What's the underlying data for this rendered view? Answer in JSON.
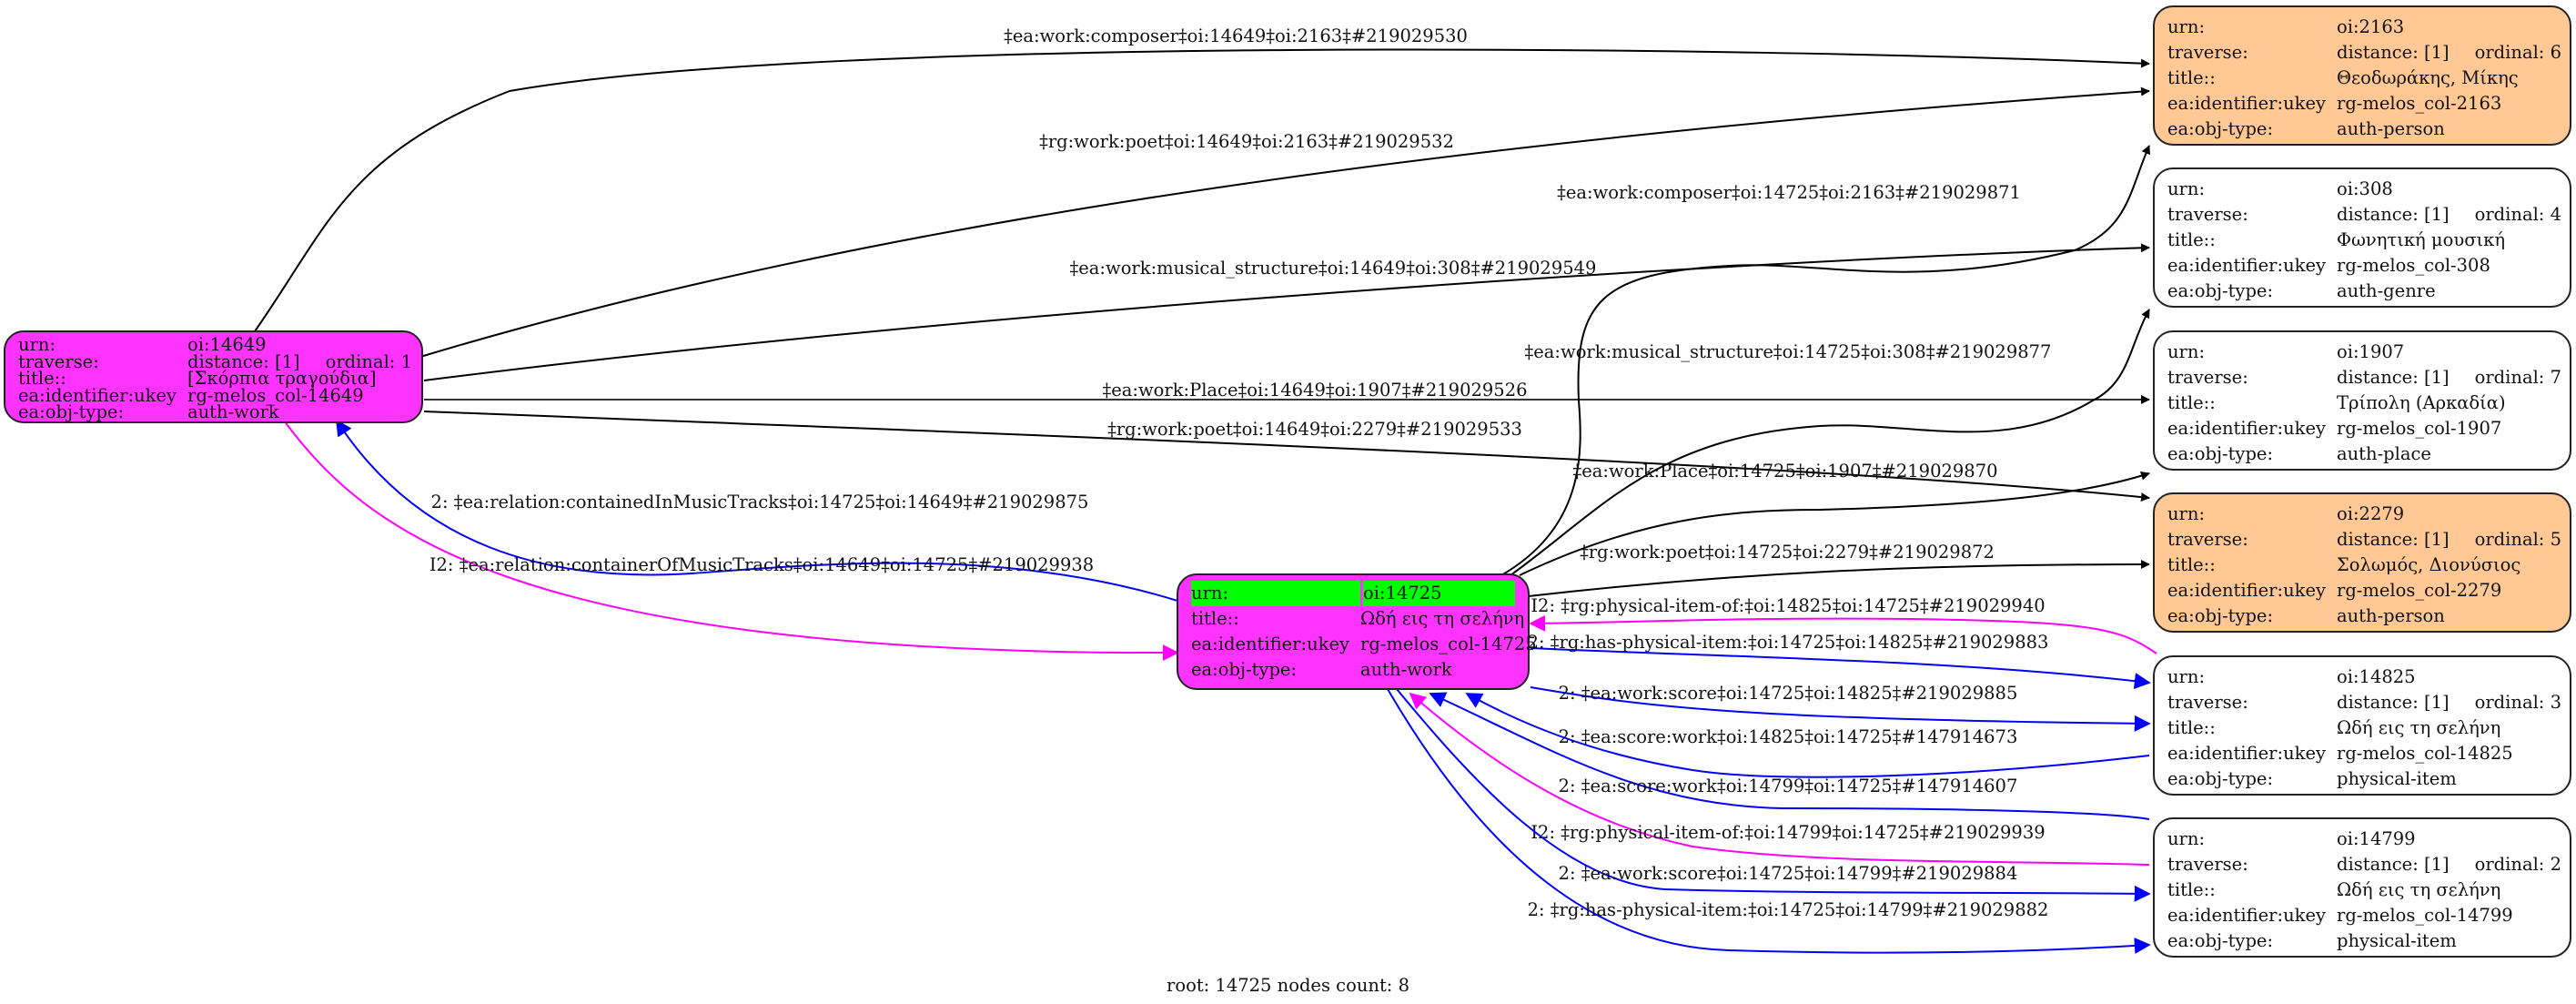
{
  "graph": {
    "footer": "root: 14725 nodes count: 8",
    "colors": {
      "work_node_fill": "#ff33ff",
      "person_node_fill": "#ffc895",
      "plain_node_fill": "#ffffff",
      "root_highlight": "#00ff00",
      "edge_default": "#000000",
      "edge_blue": "#0000ff",
      "edge_magenta": "#ff00ff"
    },
    "nodes": {
      "n14649": {
        "rows": [
          {
            "k": "urn:",
            "v": "oi:14649"
          },
          {
            "k": "traverse:",
            "v": "distance: [1]",
            "v2": "ordinal: 1"
          },
          {
            "k": "title::",
            "v": "[Σκόρπια τραγούδια]"
          },
          {
            "k": "ea:identifier:ukey",
            "v": "rg-melos_col-14649"
          },
          {
            "k": "ea:obj-type:",
            "v": "auth-work"
          }
        ]
      },
      "n14725": {
        "rows": [
          {
            "k": "urn:",
            "v": "oi:14725"
          },
          {
            "k": "title::",
            "v": "Ωδή εις τη σελήνη"
          },
          {
            "k": "ea:identifier:ukey",
            "v": "rg-melos_col-14725"
          },
          {
            "k": "ea:obj-type:",
            "v": "auth-work"
          }
        ]
      },
      "n2163": {
        "rows": [
          {
            "k": "urn:",
            "v": "oi:2163"
          },
          {
            "k": "traverse:",
            "v": "distance: [1]",
            "v2": "ordinal: 6"
          },
          {
            "k": "title::",
            "v": "Θεοδωράκης, Μίκης"
          },
          {
            "k": "ea:identifier:ukey",
            "v": "rg-melos_col-2163"
          },
          {
            "k": "ea:obj-type:",
            "v": "auth-person"
          }
        ]
      },
      "n308": {
        "rows": [
          {
            "k": "urn:",
            "v": "oi:308"
          },
          {
            "k": "traverse:",
            "v": "distance: [1]",
            "v2": "ordinal: 4"
          },
          {
            "k": "title::",
            "v": "Φωνητική μουσική"
          },
          {
            "k": "ea:identifier:ukey",
            "v": "rg-melos_col-308"
          },
          {
            "k": "ea:obj-type:",
            "v": "auth-genre"
          }
        ]
      },
      "n1907": {
        "rows": [
          {
            "k": "urn:",
            "v": "oi:1907"
          },
          {
            "k": "traverse:",
            "v": "distance: [1]",
            "v2": "ordinal: 7"
          },
          {
            "k": "title::",
            "v": "Τρίπολη (Αρκαδία)"
          },
          {
            "k": "ea:identifier:ukey",
            "v": "rg-melos_col-1907"
          },
          {
            "k": "ea:obj-type:",
            "v": "auth-place"
          }
        ]
      },
      "n2279": {
        "rows": [
          {
            "k": "urn:",
            "v": "oi:2279"
          },
          {
            "k": "traverse:",
            "v": "distance: [1]",
            "v2": "ordinal: 5"
          },
          {
            "k": "title::",
            "v": "Σολωμός, Διονύσιος"
          },
          {
            "k": "ea:identifier:ukey",
            "v": "rg-melos_col-2279"
          },
          {
            "k": "ea:obj-type:",
            "v": "auth-person"
          }
        ]
      },
      "n14825": {
        "rows": [
          {
            "k": "urn:",
            "v": "oi:14825"
          },
          {
            "k": "traverse:",
            "v": "distance: [1]",
            "v2": "ordinal: 3"
          },
          {
            "k": "title::",
            "v": "Ωδή εις τη σελήνη"
          },
          {
            "k": "ea:identifier:ukey",
            "v": "rg-melos_col-14825"
          },
          {
            "k": "ea:obj-type:",
            "v": "physical-item"
          }
        ]
      },
      "n14799": {
        "rows": [
          {
            "k": "urn:",
            "v": "oi:14799"
          },
          {
            "k": "traverse:",
            "v": "distance: [1]",
            "v2": "ordinal: 2"
          },
          {
            "k": "title::",
            "v": "Ωδή εις τη σελήνη"
          },
          {
            "k": "ea:identifier:ukey",
            "v": "rg-melos_col-14799"
          },
          {
            "k": "ea:obj-type:",
            "v": "physical-item"
          }
        ]
      }
    },
    "edges": [
      {
        "id": "e1",
        "color": "black",
        "label": "‡ea:work:composer‡oi:14649‡oi:2163‡#219029530"
      },
      {
        "id": "e2",
        "color": "black",
        "label": "‡rg:work:poet‡oi:14649‡oi:2163‡#219029532"
      },
      {
        "id": "e3",
        "color": "black",
        "label": "‡ea:work:musical_structure‡oi:14649‡oi:308‡#219029549"
      },
      {
        "id": "e4",
        "color": "black",
        "label": "‡ea:work:Place‡oi:14649‡oi:1907‡#219029526"
      },
      {
        "id": "e5",
        "color": "black",
        "label": "‡rg:work:poet‡oi:14649‡oi:2279‡#219029533"
      },
      {
        "id": "e6",
        "color": "blue",
        "label": "2: ‡ea:relation:containedInMusicTracks‡oi:14725‡oi:14649‡#219029875"
      },
      {
        "id": "e7",
        "color": "magenta",
        "label": "I2: ‡ea:relation:containerOfMusicTracks‡oi:14649‡oi:14725‡#219029938"
      },
      {
        "id": "e8",
        "color": "black",
        "label": "‡ea:work:composer‡oi:14725‡oi:2163‡#219029871"
      },
      {
        "id": "e9",
        "color": "black",
        "label": "‡ea:work:musical_structure‡oi:14725‡oi:308‡#219029877"
      },
      {
        "id": "e10",
        "color": "black",
        "label": "‡ea:work:Place‡oi:14725‡oi:1907‡#219029870"
      },
      {
        "id": "e11",
        "color": "black",
        "label": "‡rg:work:poet‡oi:14725‡oi:2279‡#219029872"
      },
      {
        "id": "e12",
        "color": "magenta",
        "label": "I2: ‡rg:physical-item-of:‡oi:14825‡oi:14725‡#219029940"
      },
      {
        "id": "e13",
        "color": "blue",
        "label": "2: ‡rg:has-physical-item:‡oi:14725‡oi:14825‡#219029883"
      },
      {
        "id": "e14",
        "color": "blue",
        "label": "2: ‡ea:work:score‡oi:14725‡oi:14825‡#219029885"
      },
      {
        "id": "e15",
        "color": "blue",
        "label": "2: ‡ea:score:work‡oi:14825‡oi:14725‡#147914673"
      },
      {
        "id": "e16",
        "color": "blue",
        "label": "2: ‡ea:score:work‡oi:14799‡oi:14725‡#147914607"
      },
      {
        "id": "e17",
        "color": "magenta",
        "label": "I2: ‡rg:physical-item-of:‡oi:14799‡oi:14725‡#219029939"
      },
      {
        "id": "e18",
        "color": "blue",
        "label": "2: ‡ea:work:score‡oi:14725‡oi:14799‡#219029884"
      },
      {
        "id": "e19",
        "color": "blue",
        "label": "2: ‡rg:has-physical-item:‡oi:14725‡oi:14799‡#219029882"
      }
    ]
  }
}
